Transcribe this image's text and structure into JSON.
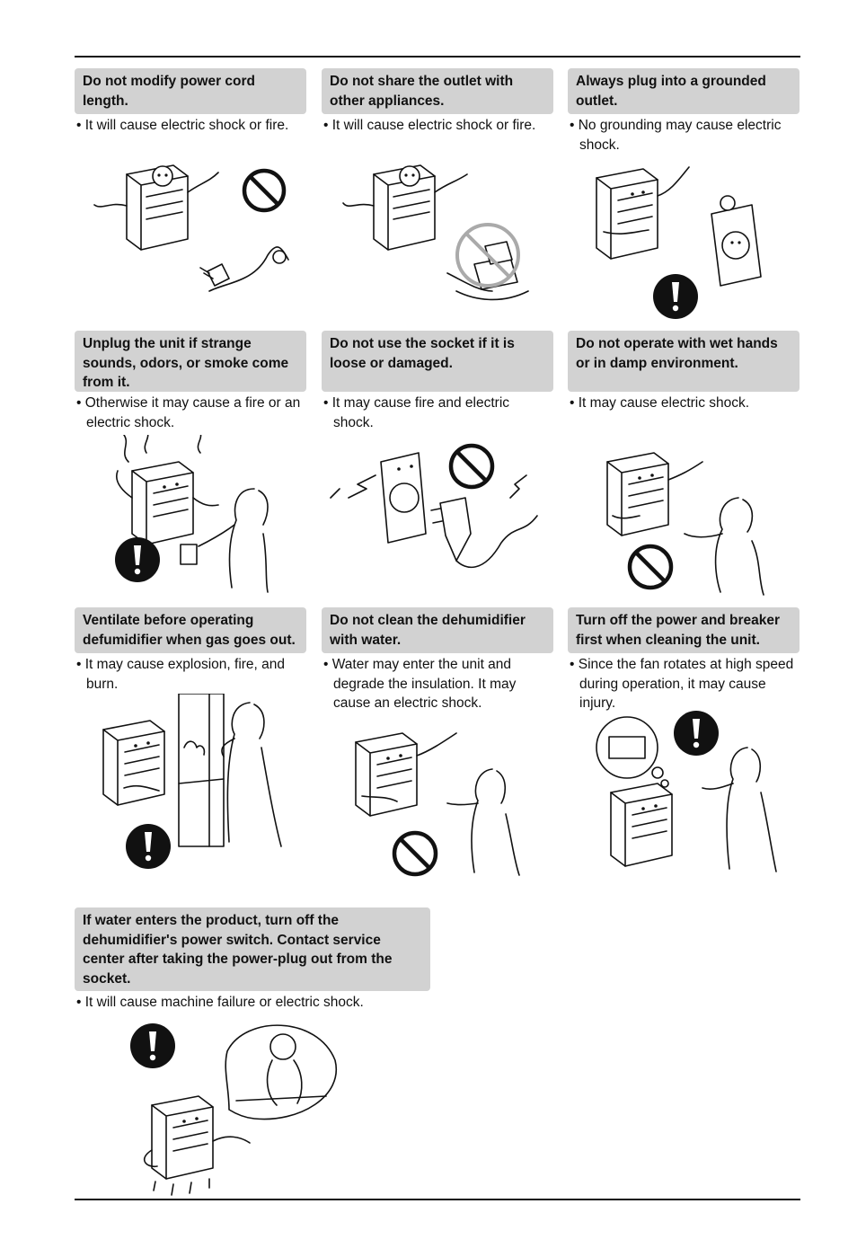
{
  "panels": [
    {
      "title": "Do not modify power cord length.",
      "desc": "• It will cause electric shock or fire.",
      "sign": "prohibit"
    },
    {
      "title": "Do not share the outlet with other appliances.",
      "desc": "• It will cause electric shock or fire.",
      "sign": "prohibit"
    },
    {
      "title": "Always plug into a grounded outlet.",
      "desc": "• No grounding may cause electric shock.",
      "sign": "mandatory"
    },
    {
      "title": "Unplug the unit if strange sounds, odors, or smoke come from it.",
      "desc": "• Otherwise it may cause a fire or an electric shock.",
      "sign": "mandatory"
    },
    {
      "title": "Do not use the socket if it is loose or damaged.",
      "desc": "• It may cause fire and electric shock.",
      "sign": "prohibit"
    },
    {
      "title": "Do not operate with wet hands or in damp environment.",
      "desc": "• It may cause electric shock.",
      "sign": "prohibit"
    },
    {
      "title": "Ventilate before operating defumidifier when gas goes out.",
      "desc": "• It may cause explosion, fire, and burn.",
      "sign": "mandatory"
    },
    {
      "title": "Do not clean the dehumidifier with water.",
      "desc": "• Water may enter the unit and degrade the insulation. It may cause an electric shock.",
      "sign": "prohibit"
    },
    {
      "title": "Turn off the power and breaker first when cleaning the unit.",
      "desc": "• Since the fan rotates at high speed during operation, it may cause injury.",
      "sign": "mandatory"
    },
    {
      "title": "If water enters the product, turn off the dehumidifier's power switch. Contact service center after taking the power-plug out from the socket.",
      "desc": "• It will cause machine failure or electric shock.",
      "sign": "mandatory"
    }
  ],
  "icons": {
    "prohibit": "prohibition-icon",
    "mandatory": "mandatory-action-icon",
    "unit": "dehumidifier-character-icon"
  }
}
